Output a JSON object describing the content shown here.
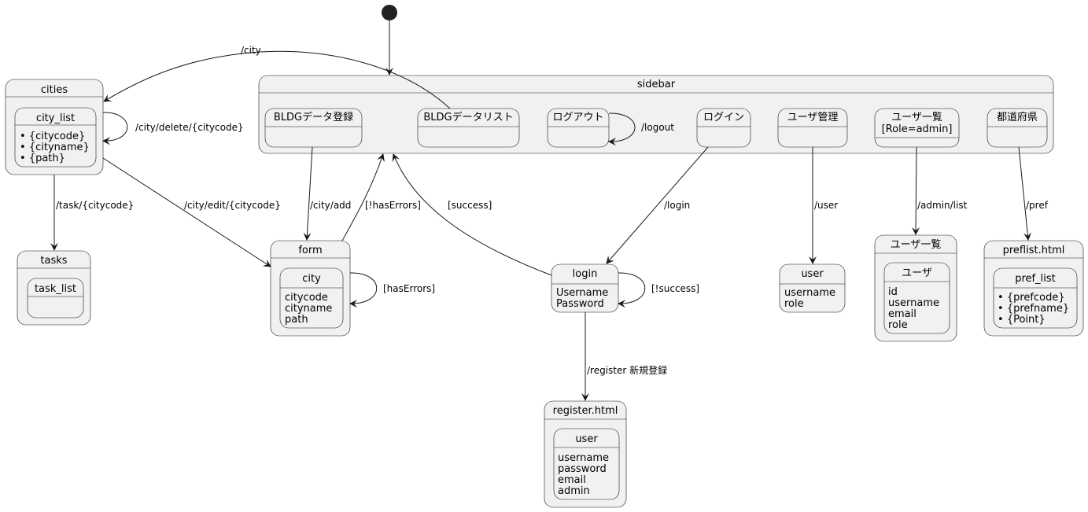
{
  "states": {
    "sidebar": {
      "title": "sidebar",
      "children": {
        "bldg_register": "BLDGデータ登録",
        "bldg_list": "BLDGデータリスト",
        "logout": "ログアウト",
        "login": "ログイン",
        "user_mgmt": "ユーザ管理",
        "user_list": [
          "ユーザ一覧",
          "[Role=admin]"
        ],
        "prefectures": "都道府県"
      }
    },
    "cities": {
      "title": "cities",
      "inner_title": "city_list",
      "fields": [
        "{citycode}",
        "{cityname}",
        "{path}"
      ]
    },
    "tasks": {
      "title": "tasks",
      "inner_title": "task_list"
    },
    "form": {
      "title": "form",
      "inner_title": "city",
      "fields": [
        "citycode",
        "cityname",
        "path"
      ]
    },
    "login": {
      "title": "login",
      "fields": [
        "Username",
        "Password"
      ]
    },
    "register": {
      "title": "register.html",
      "inner_title": "user",
      "fields": [
        "username",
        "password",
        "email",
        "admin"
      ]
    },
    "user": {
      "title": "user",
      "fields": [
        "username",
        "role"
      ]
    },
    "user_list_page": {
      "title": "ユーザ一覧",
      "inner_title": "ユーザ",
      "fields": [
        "id",
        "username",
        "email",
        "role"
      ]
    },
    "preflist": {
      "title": "preflist.html",
      "inner_title": "pref_list",
      "fields": [
        "{prefcode}",
        "{prefname}",
        "{Point}"
      ]
    }
  },
  "transitions": {
    "city": "/city",
    "city_delete": "/city/delete/{citycode}",
    "task": "/task/{citycode}",
    "city_edit": "/city/edit/{citycode}",
    "city_add": "/city/add",
    "not_has_errors": "[!hasErrors]",
    "has_errors": "[hasErrors]",
    "success": "[success]",
    "not_success": "[!success]",
    "logout": "/logout",
    "login": "/login",
    "register": "/register 新規登録",
    "user": "/user",
    "admin_list": "/admin/list",
    "pref": "/pref"
  }
}
